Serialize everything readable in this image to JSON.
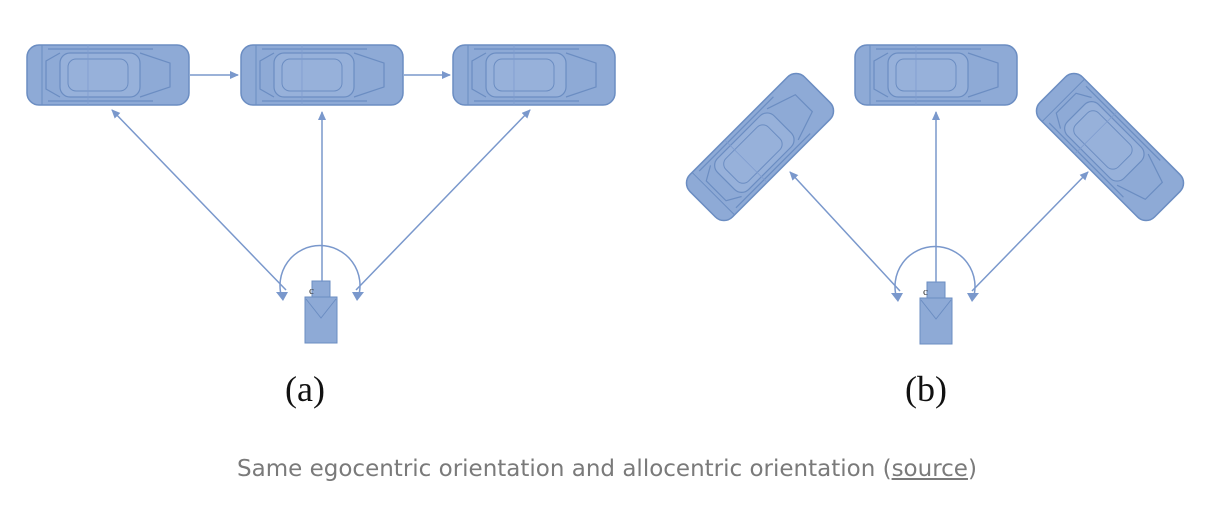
{
  "figure": {
    "panels": [
      {
        "id": "a",
        "label": "(a)"
      },
      {
        "id": "b",
        "label": "(b)"
      }
    ],
    "angle_symbol": "c",
    "colors": {
      "car_fill": "#8eaad6",
      "car_stroke": "#6b8dc2",
      "arrow": "#7a98cc",
      "camera_fill": "#8eaad6"
    }
  },
  "caption": {
    "text_before": "Same egocentric orientation and allocentric orientation (",
    "link_text": "source",
    "text_after": ")"
  }
}
